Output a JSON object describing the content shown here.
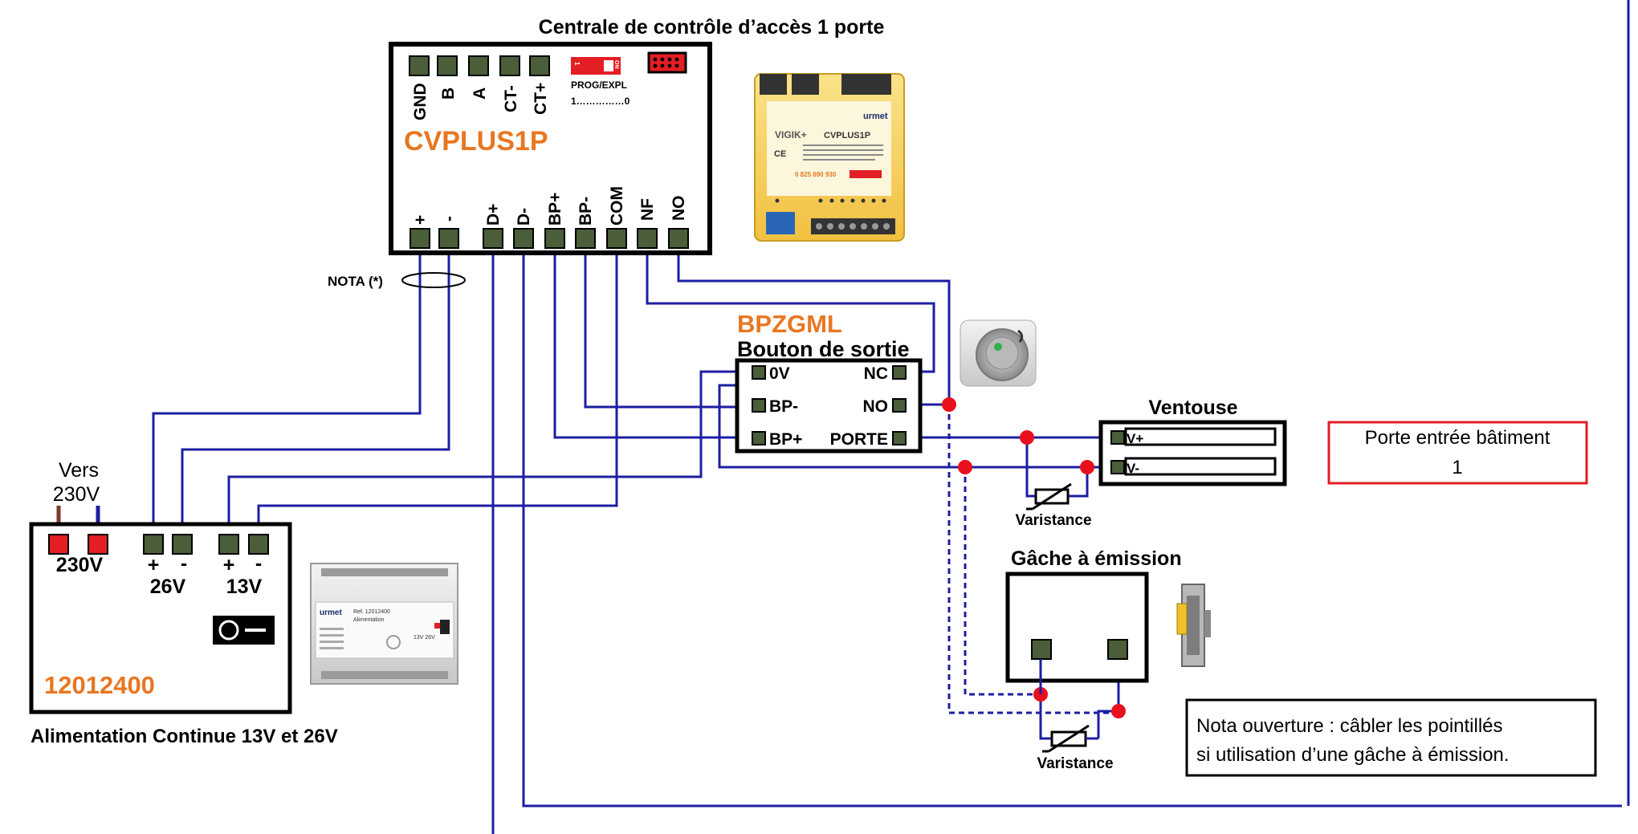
{
  "controller": {
    "title": "Centrale de contrôle d’accès 1 porte",
    "model": "CVPLUS1P",
    "top_terminals": [
      "GND",
      "B",
      "A",
      "CT-",
      "CT+"
    ],
    "bottom_terminals": [
      "+",
      "-",
      "D+",
      "D-",
      "BP+",
      "BP-",
      "COM",
      "NF",
      "NO"
    ],
    "prog_label": "PROG/EXPL",
    "prog_range": "1……………0",
    "dip_on": "ON",
    "dip_one": "1"
  },
  "nota_cable": "NOTA (*)",
  "button": {
    "model": "BPZGML",
    "title": "Bouton de sortie",
    "left_terminals": [
      "0V",
      "BP-",
      "BP+"
    ],
    "right_terminals": [
      "NC",
      "NO",
      "PORTE"
    ]
  },
  "ventouse": {
    "title": "Ventouse",
    "terminals": [
      "V+",
      "V-"
    ]
  },
  "door_box": {
    "line1": "Porte entrée bâtiment",
    "line2": "1"
  },
  "varistance_1": "Varistance",
  "varistance_2": "Varistance",
  "gache": {
    "title": "Gâche à émission"
  },
  "mains": {
    "line1": "Vers",
    "line2": "230V"
  },
  "power": {
    "label_230": "230V",
    "plus": "+",
    "minus": "-",
    "label_26": "26V",
    "label_13": "13V",
    "model": "12012400",
    "title": "Alimentation Continue 13V et 26V"
  },
  "nota_box": {
    "line1": "Nota ouverture : câbler les pointillés",
    "line2": "si utilisation d’une gâche à émission."
  },
  "photo_texts": {
    "brand": "urmet",
    "vigik": "VIGIK+",
    "model": "CVPLUS1P",
    "phone": "0 825 890 930",
    "psu_ref": "Ref. 12012400",
    "psu_name": "Alimentation",
    "psu_out": "13V 26V"
  },
  "colors": {
    "wire": "#1d1ea3",
    "dot": "#e8101c",
    "orange": "#e87722",
    "terminal_fill": "#4a5e3a",
    "terminal_red": "#e31e24",
    "door_border": "#e31e24",
    "brown": "#7b3b2e"
  }
}
